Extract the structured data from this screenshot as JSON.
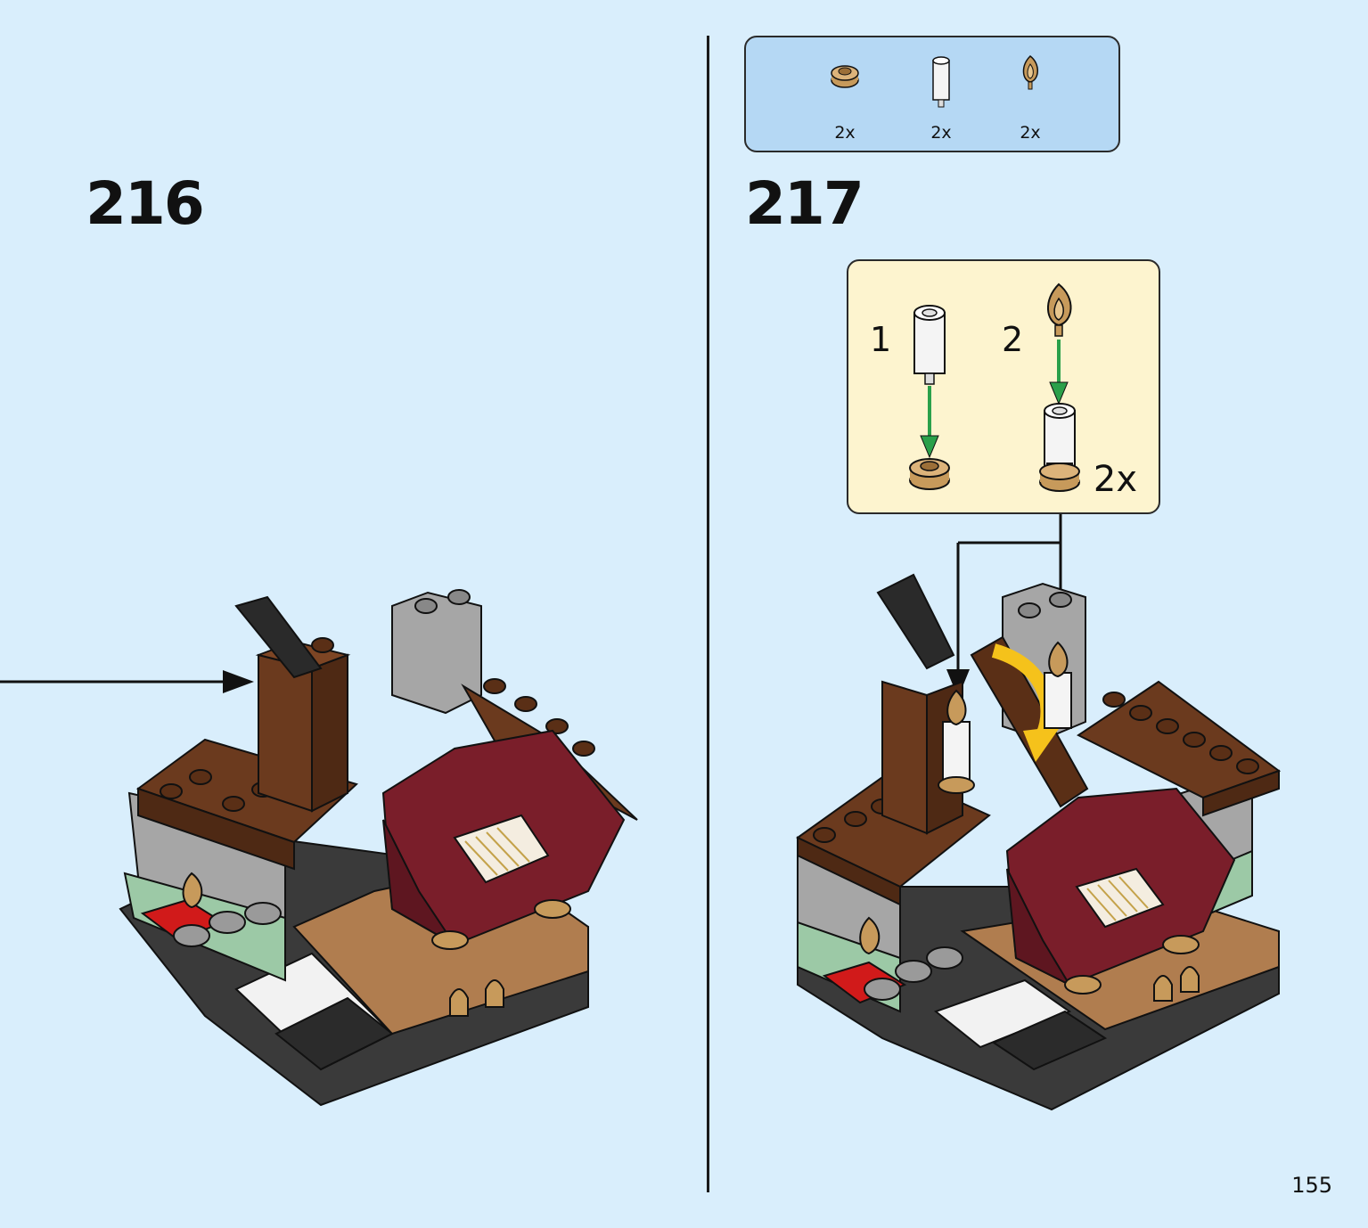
{
  "page": {
    "number": "155"
  },
  "steps": [
    {
      "number": "216"
    },
    {
      "number": "217",
      "parts": [
        {
          "icon": "tan-round-plate-icon",
          "qty": "2x"
        },
        {
          "icon": "white-candle-bar-icon",
          "qty": "2x"
        },
        {
          "icon": "tan-flame-icon",
          "qty": "2x"
        }
      ],
      "callout": {
        "sub1": "1",
        "sub2": "2",
        "qty": "2x"
      }
    }
  ],
  "colors": {
    "background": "#d9eefc",
    "parts_box": "#b5d8f4",
    "callout_box": "#fdf4cf",
    "dark_brown": "#6b3a1e",
    "dark_red": "#7a1e2a",
    "tan": "#c79a5b",
    "light_grey": "#a6a6a6",
    "sand_green": "#9cc9a6",
    "assembly_arrow": "#2aa04a",
    "rotate_arrow": "#f5c21b"
  }
}
